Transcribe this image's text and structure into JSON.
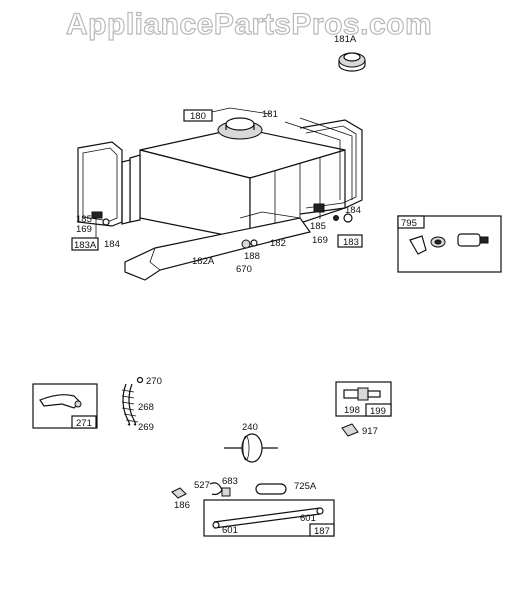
{
  "watermark": "AppliancePartsPros.com",
  "labels": {
    "p181A": "181A",
    "p180": "180",
    "p181": "181",
    "p185_left": "185",
    "p169_left": "169",
    "p183A": "183A",
    "p184_left": "184",
    "p182A": "182A",
    "p182": "182",
    "p188": "188",
    "p670": "670",
    "p184_right": "184",
    "p185_right": "185",
    "p169_right": "169",
    "p183": "183",
    "p795": "795",
    "p270": "270",
    "p268": "268",
    "p269": "269",
    "p271": "271",
    "p198": "198",
    "p199": "199",
    "p917": "917",
    "p240": "240",
    "p527": "527",
    "p683": "683",
    "p186": "186",
    "p725A": "725A",
    "p601_right": "601",
    "p601_left": "601",
    "p187": "187"
  }
}
